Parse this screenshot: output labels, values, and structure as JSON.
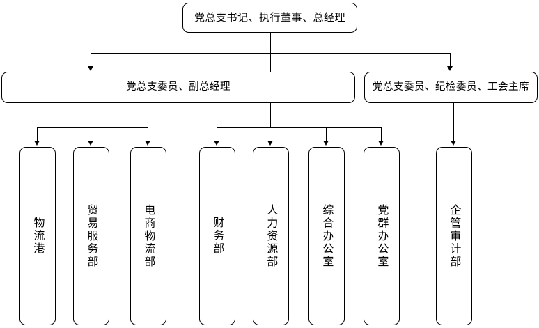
{
  "chart": {
    "type": "org-chart",
    "title": "",
    "background_color": "#ffffff",
    "line_color": "#000000",
    "levels": [
      {
        "level": 1,
        "nodes": [
          {
            "id": "top",
            "label": "党总支书记、执行董事、总经理"
          }
        ]
      },
      {
        "level": 2,
        "nodes": [
          {
            "id": "deputy-gm",
            "label": "党总支委员、副总经理"
          },
          {
            "id": "discipline-union",
            "label": "党总支委员、纪检委员、工会主席"
          }
        ]
      },
      {
        "level": 3,
        "nodes": [
          {
            "id": "dept-1",
            "label": "物流港",
            "parent": "deputy-gm"
          },
          {
            "id": "dept-2",
            "label": "贸易服务部",
            "parent": "deputy-gm"
          },
          {
            "id": "dept-3",
            "label": "电商物流部",
            "parent": "deputy-gm"
          },
          {
            "id": "dept-4",
            "label": "财务部",
            "parent": "top"
          },
          {
            "id": "dept-5",
            "label": "人力资源部",
            "parent": "top"
          },
          {
            "id": "dept-6",
            "label": "综合办公室",
            "parent": "top"
          },
          {
            "id": "dept-7",
            "label": "党群办公室",
            "parent": "top"
          },
          {
            "id": "dept-8",
            "label": "企管审计部",
            "parent": "discipline-union"
          }
        ]
      }
    ]
  }
}
